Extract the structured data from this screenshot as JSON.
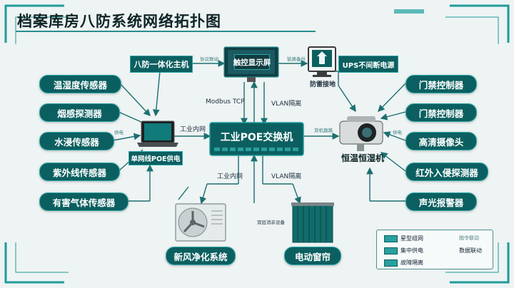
{
  "title": "档案库房八防系统网络拓扑图",
  "nodes": {
    "host": "八防一体化主机",
    "touch": "触控显示屏",
    "ups": "UPS不间断电源",
    "grounding": "防雷接地",
    "switch": "工业POE交换机",
    "poe_single": "单网线POE供电",
    "thermo": "恒温恒湿机",
    "fresh_air": "新风净化系统",
    "curtain": "电动窗帘"
  },
  "sensors_left": [
    "温湿度传感器",
    "烟感探测器",
    "水浸传感器",
    "紫外线传感器",
    "有害气体传感器"
  ],
  "devices_right": [
    "门禁控制器",
    "门禁控制器",
    "高清摄像头",
    "红外入侵探测器",
    "声光报警器"
  ],
  "labels": {
    "modbus": "Modbus TCP",
    "vlan_top": "VLAN隔离",
    "industrial_top": "工业内网",
    "industrial_bottom": "工业内网",
    "vlan_bottom": "VLAN隔离"
  },
  "small_labels": {
    "host_touch": "协议联动",
    "touch_ups": "链路备份",
    "left_power": "供电",
    "switch_thermo": "双机器路",
    "right_power": "供电",
    "bottom": "双层消杀设备"
  },
  "legend": {
    "star": "星型组网",
    "central": "集中供电",
    "fault": "故障隔离",
    "data_link": "指令联动",
    "interlock": "数据联动"
  },
  "colors": {
    "accent": "#0c5f60",
    "frame": "#1f9b9b",
    "background": "#eef3f3"
  }
}
